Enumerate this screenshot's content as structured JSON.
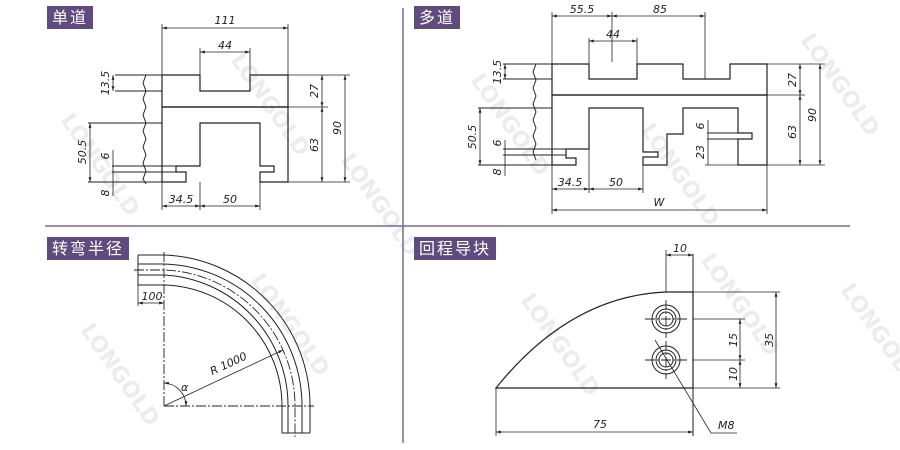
{
  "watermark": "LONGOLD",
  "colors": {
    "accent": "#5f4b7e",
    "divider": "#7a6a94",
    "line": "#222222"
  },
  "panels": {
    "single": {
      "title": "单道",
      "dims": {
        "width": "111",
        "slot": "44",
        "top": "13.5",
        "upper": "27",
        "lower": "63",
        "height": "90",
        "leg": "50.5",
        "lip": "6",
        "base": "8",
        "left": "34.5",
        "gap": "50"
      }
    },
    "multi": {
      "title": "多道",
      "dims": {
        "a": "55.5",
        "b": "85",
        "slot": "44",
        "top": "13.5",
        "upper": "27",
        "lower": "63",
        "height": "90",
        "leg": "50.5",
        "lip": "6",
        "base": "8",
        "left": "34.5",
        "gap": "50",
        "lip2": "6",
        "h2": "23",
        "total": "W"
      }
    },
    "bend": {
      "title": "转弯半径",
      "dims": {
        "straight": "100",
        "radius": "R 1000",
        "angle": "α"
      }
    },
    "guide": {
      "title": "回程导块",
      "dims": {
        "hole_offset": "10",
        "hole_pitch": "15",
        "hole_bottom": "10",
        "height": "35",
        "length": "75",
        "thread": "M8"
      }
    }
  }
}
